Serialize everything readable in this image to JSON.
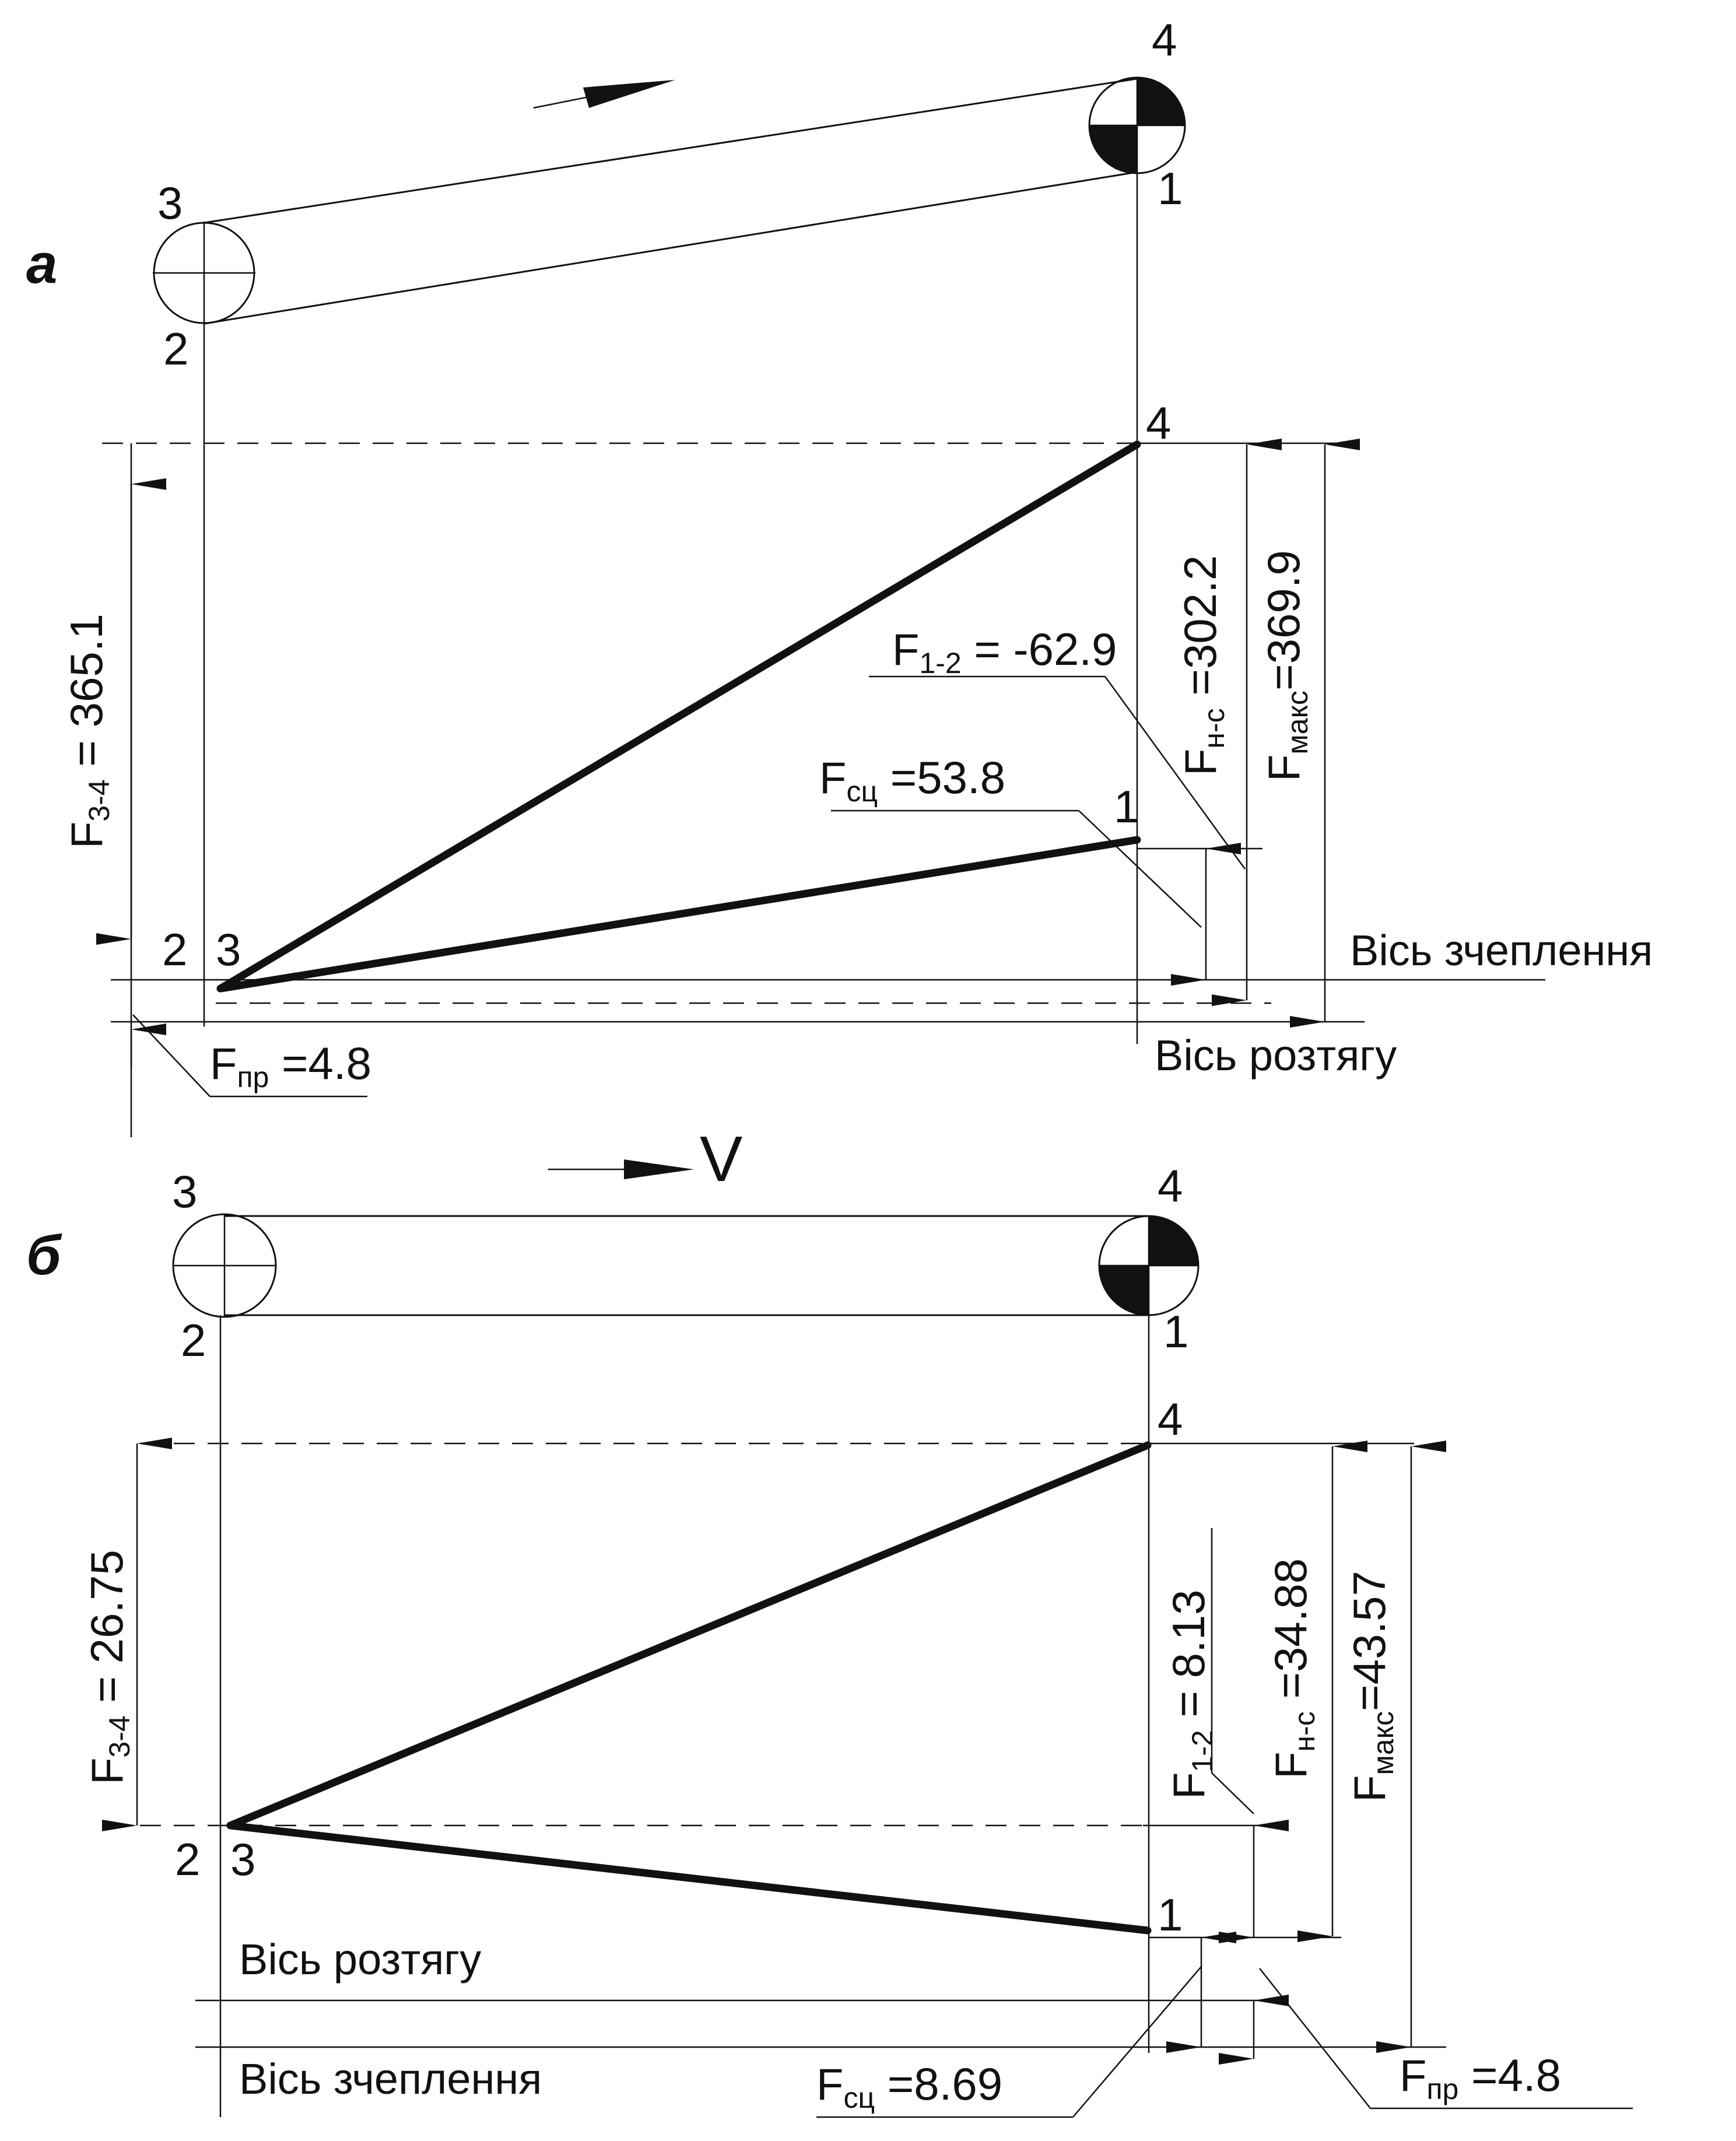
{
  "panels": [
    {
      "id": "a",
      "letter": "а",
      "nodes": {
        "n1": "1",
        "n2": "2",
        "n3": "3",
        "n4": "4"
      },
      "axis_engagement": "Вісь зчеплення",
      "axis_tension": "Вісь розтягу",
      "annotations": {
        "f34": {
          "sym": "F",
          "sub": "3-4",
          "val": " = 365.1"
        },
        "fns": {
          "sym": "F",
          "sub": "н-с",
          "val": " =302.2"
        },
        "fmax": {
          "sym": "F",
          "sub": "макс",
          "val": "=369.9"
        },
        "f12": {
          "sym": "F",
          "sub": "1-2",
          "val": " = -62.9"
        },
        "fsc": {
          "sym": "F",
          "sub": "сц",
          "val": "  =53.8"
        },
        "fpr": {
          "sym": "F",
          "sub": "пр",
          "val": "  =4.8"
        }
      }
    },
    {
      "id": "b",
      "letter": "б",
      "velocity": "V",
      "nodes": {
        "n1": "1",
        "n2": "2",
        "n3": "3",
        "n4": "4"
      },
      "axis_tension": "Вісь розтягу",
      "axis_engagement": "Вісь зчеплення",
      "annotations": {
        "f34": {
          "sym": "F",
          "sub": "3-4",
          "val": " =  26.75"
        },
        "f12": {
          "sym": "F",
          "sub": "1-2",
          "val": " = 8.13"
        },
        "fns": {
          "sym": "F",
          "sub": "н-с",
          "val": " =34.88"
        },
        "fmax": {
          "sym": "F",
          "sub": "макс",
          "val": "=43.57"
        },
        "fsc": {
          "sym": "F",
          "sub": "сц",
          "val": "  =8.69"
        },
        "fpr": {
          "sym": "F",
          "sub": "пр",
          "val": "  =4.8"
        }
      }
    }
  ]
}
